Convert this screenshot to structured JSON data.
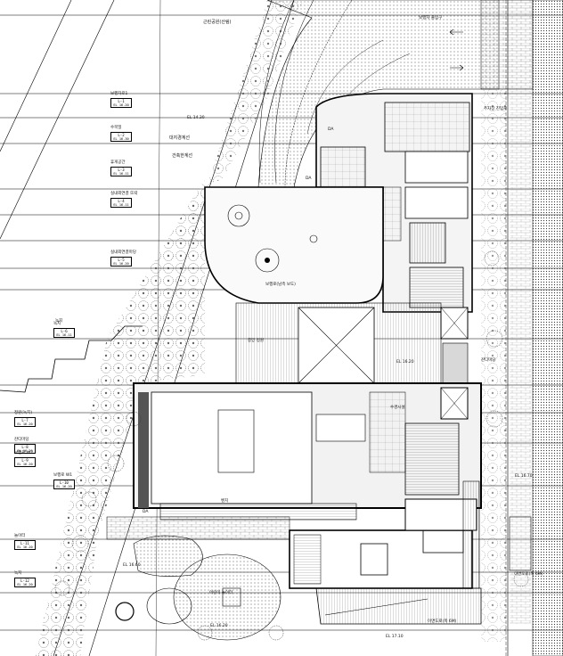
{
  "plan": {
    "labels": {
      "top_park": "근린공원(산림)",
      "plaza1": "대지경계선",
      "plaza2": "건축한계선",
      "unit1": "보행로(남측 보도)",
      "stage": "중앙 정원",
      "lawn": "잔디마당",
      "playground": "어린이 놀이터",
      "road_right": "이면도로(폭 6M)",
      "road_bottom": "이면도로(폭 6M)",
      "top_note": "보행자 출입구",
      "green_tag": "녹지",
      "right_tag": "주차장 진입로",
      "el_top": "EL 14.30",
      "el_mid": "EL 16.20",
      "el_lower": "EL 16.60",
      "el_bottom1": "EL 16.20",
      "el_bottom2": "EL 17.10",
      "el_right": "EL 16.70",
      "bench": "벤치",
      "pond": "수경시설",
      "mark_da1": "DA",
      "mark_da2": "DA",
      "mark_da3": "DA"
    },
    "left_tags": [
      {
        "title": "보행자로1",
        "code": "L-1",
        "el": "EL 16.20"
      },
      {
        "title": "수목밀",
        "code": "L-2",
        "el": "EL 16.30"
      },
      {
        "title": "휴게공간",
        "code": "L-3",
        "el": "EL 16.11"
      },
      {
        "title": "실내외연결 뜨락",
        "code": "L-4",
        "el": "EL 16.11"
      },
      {
        "title": "실내외연결마당",
        "code": "L-5",
        "el": "EL 16.20"
      },
      {
        "title": "녹지",
        "code": "L-6",
        "el": "EL 16.11"
      },
      {
        "title": "정원(녹지)",
        "code": "L-7",
        "el": "EL 16.20"
      },
      {
        "title": "잔디마당",
        "code": "L-8",
        "el": "EL 16.20"
      },
      {
        "title": "보행로 W2",
        "code": "L-9",
        "el": "EL 16.20"
      },
      {
        "title": "보행로 W1",
        "code": "L-10",
        "el": "EL 16.20"
      },
      {
        "title": "놀이터",
        "code": "L-11",
        "el": "EL 16.20"
      },
      {
        "title": "녹지",
        "code": "L-12",
        "el": "EL 16.20"
      }
    ]
  }
}
